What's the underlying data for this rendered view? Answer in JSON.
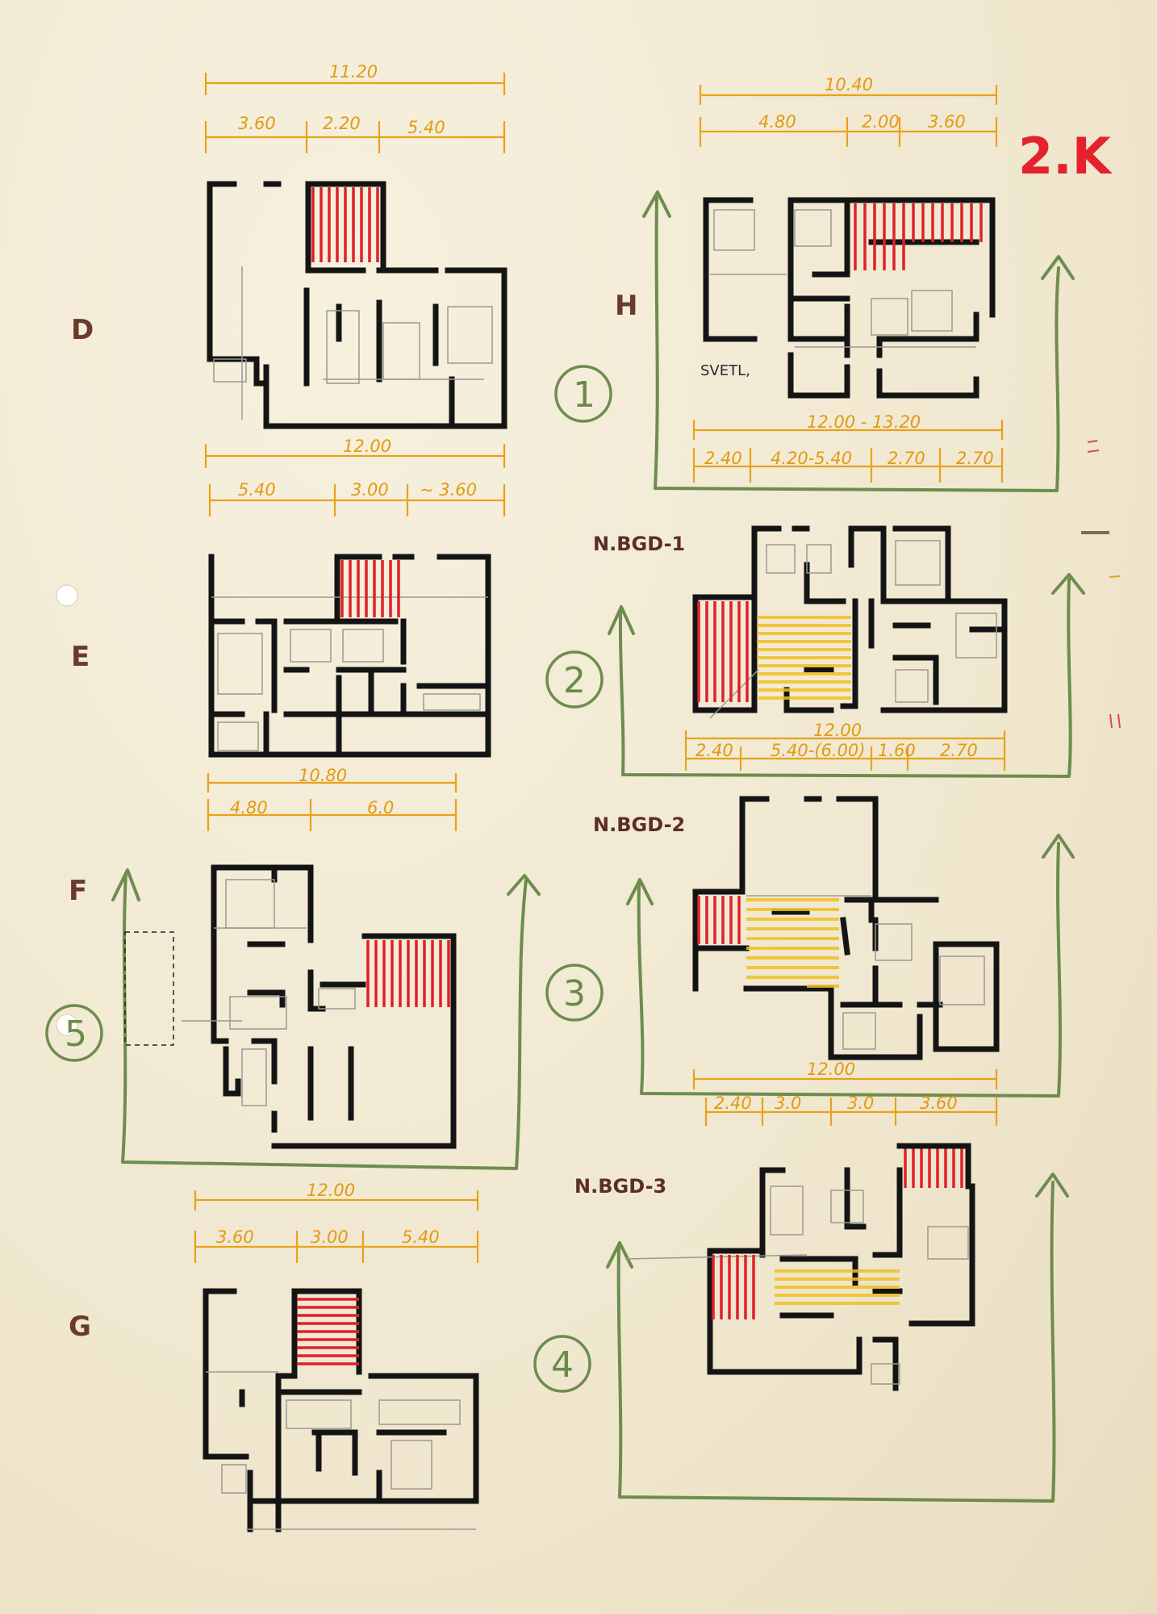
{
  "sheet": {
    "sheet_code": "2.K"
  },
  "plans": [
    {
      "id": "D",
      "letter": "D",
      "dims_top": {
        "total": "11.20",
        "parts": [
          "3.60",
          "2.20",
          "5.40"
        ]
      },
      "dims_bottom": {
        "total": "12.00",
        "parts": [
          "5.40",
          "3.00",
          "~ 3.60"
        ]
      }
    },
    {
      "id": "E",
      "letter": "E",
      "dims_bottom": {
        "total": "10.80",
        "parts": [
          "4.80",
          "6.0"
        ]
      }
    },
    {
      "id": "F",
      "letter": "F",
      "circle": "5"
    },
    {
      "id": "G",
      "letter": "G",
      "dims_top": {
        "total": "12.00",
        "parts": [
          "3.60",
          "3.00",
          "5.40"
        ]
      }
    },
    {
      "id": "H",
      "letter": "H",
      "circle": "1",
      "note": "SVETL,",
      "dims_top": {
        "total": "10.40",
        "parts": [
          "4.80",
          "2.00",
          "3.60"
        ]
      },
      "dims_bottom": {
        "total": "12.00 - 13.20",
        "parts": [
          "2.40",
          "4.20-5.40",
          "2.70",
          "2.70"
        ]
      }
    },
    {
      "id": "NBGD1",
      "label": "N.BGD-1",
      "circle": "2",
      "dims_bottom": {
        "total": "12.00",
        "parts": [
          "2.40",
          "5.40-(6.00)",
          "1.60",
          "2.70"
        ]
      }
    },
    {
      "id": "NBGD2",
      "label": "N.BGD-2",
      "circle": "3",
      "dims_bottom": {
        "total": "12.00",
        "parts": [
          "2.40",
          "3.0",
          "3.0",
          "3.60"
        ]
      }
    },
    {
      "id": "NBGD3",
      "label": "N.BGD-3",
      "circle": "4"
    }
  ],
  "colors": {
    "paper": "#f3ecd6",
    "ink": "#141414",
    "red": "#e0202a",
    "yellow": "#f0c020",
    "dimension": "#e39a12",
    "green": "#6e8c4e"
  }
}
